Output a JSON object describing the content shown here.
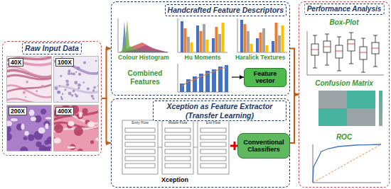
{
  "diagram": {
    "nodes": [
      {
        "text": [
          "Raw Input Data"
        ]
      },
      {
        "text": [
          "40X"
        ],
        "in": 0
      },
      {
        "text": [
          "100X"
        ],
        "in": 0
      },
      {
        "text": [
          "200X"
        ],
        "in": 0
      },
      {
        "text": [
          "400X"
        ],
        "in": 0
      },
      {
        "text": [
          "Handcrafted Feature Descriptors"
        ]
      },
      {
        "text": [
          "Feature vector"
        ],
        "in": 5
      },
      {
        "text": [
          "Xception as Feature Extractor (Transfer Learning)"
        ]
      },
      {
        "text": [
          "Conventional Classifiers"
        ],
        "in": 7
      },
      {
        "text": [
          "Performance Analysis"
        ]
      }
    ],
    "edges": [
      {
        "from": 0,
        "to": 5,
        "arrow": "to"
      },
      {
        "from": 0,
        "to": 7,
        "arrow": "to"
      },
      {
        "from": 5,
        "to": 9,
        "arrow": "to"
      },
      {
        "from": 7,
        "to": 9,
        "arrow": "to"
      }
    ],
    "labels": [
      "Colour Histogram",
      "Hu Moments",
      "Haralick Textures",
      "Combined Features",
      "Xception",
      "Entry Flow",
      "Middle Flow",
      "Exit Flow",
      "Box-Plot",
      "Confusion Matrix",
      "ROC"
    ]
  }
}
